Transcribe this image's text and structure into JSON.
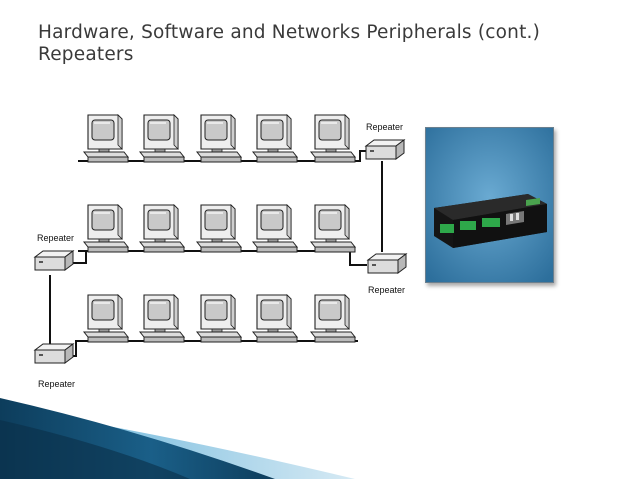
{
  "slide": {
    "title_line1": "Hardware, Software and Networks Peripherals (cont.)",
    "title_line2": "Repeaters"
  },
  "diagram": {
    "rows": [
      {
        "computers": 5
      },
      {
        "computers": 5
      },
      {
        "computers": 5
      }
    ],
    "repeaters": [
      {
        "id": "top-right",
        "label": "Repeater"
      },
      {
        "id": "middle-right",
        "label": "Repeater"
      },
      {
        "id": "middle-left",
        "label": "Repeater"
      },
      {
        "id": "bottom-left",
        "label": "Repeater"
      }
    ]
  },
  "photo": {
    "subject": "repeater-device"
  },
  "colors": {
    "accent_dark": "#0d3d5c",
    "accent_light": "#3fa0d0",
    "photo_bg": "#3f86b4",
    "device": "#1c1c1c",
    "terminal": "#2ea84a"
  }
}
